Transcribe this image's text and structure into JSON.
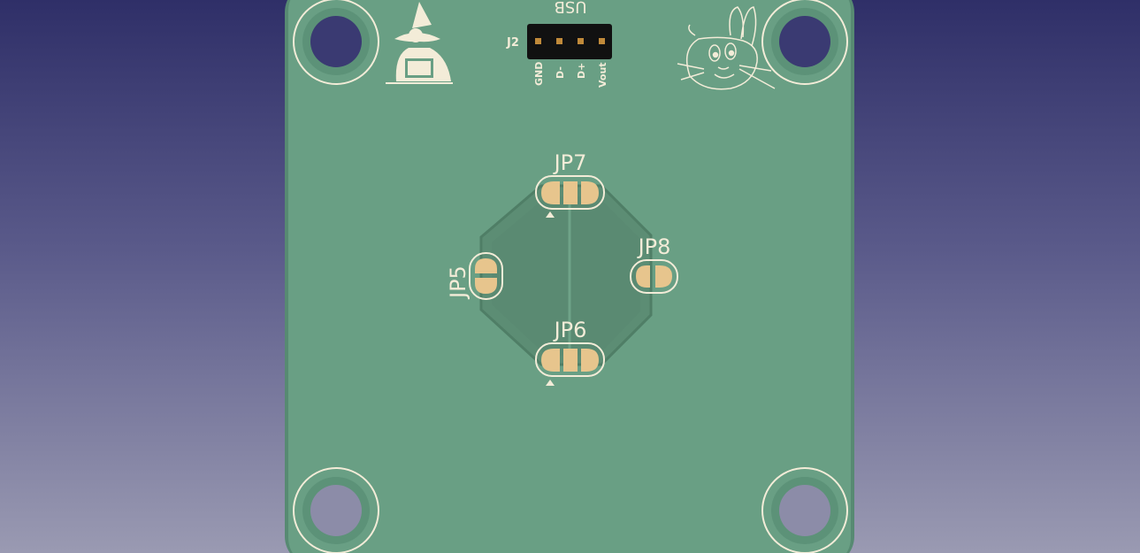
{
  "board": {
    "colors": {
      "background_top": "#2f2f68",
      "background_bottom": "#9a9ab2",
      "board": "#699f84",
      "board_edge": "#578a72",
      "silkscreen": "#f3ecd8",
      "pad": "#e7c58d",
      "connector": "#111111"
    },
    "connector": {
      "ref": "J2",
      "name": "USB",
      "pins": [
        "GND",
        "D-",
        "D+",
        "Vout"
      ]
    },
    "jumpers": {
      "jp7": "JP7",
      "jp5": "JP5",
      "jp8": "JP8",
      "jp6": "JP6"
    },
    "logos": [
      "witch-logo",
      "rabbit-logo"
    ]
  }
}
